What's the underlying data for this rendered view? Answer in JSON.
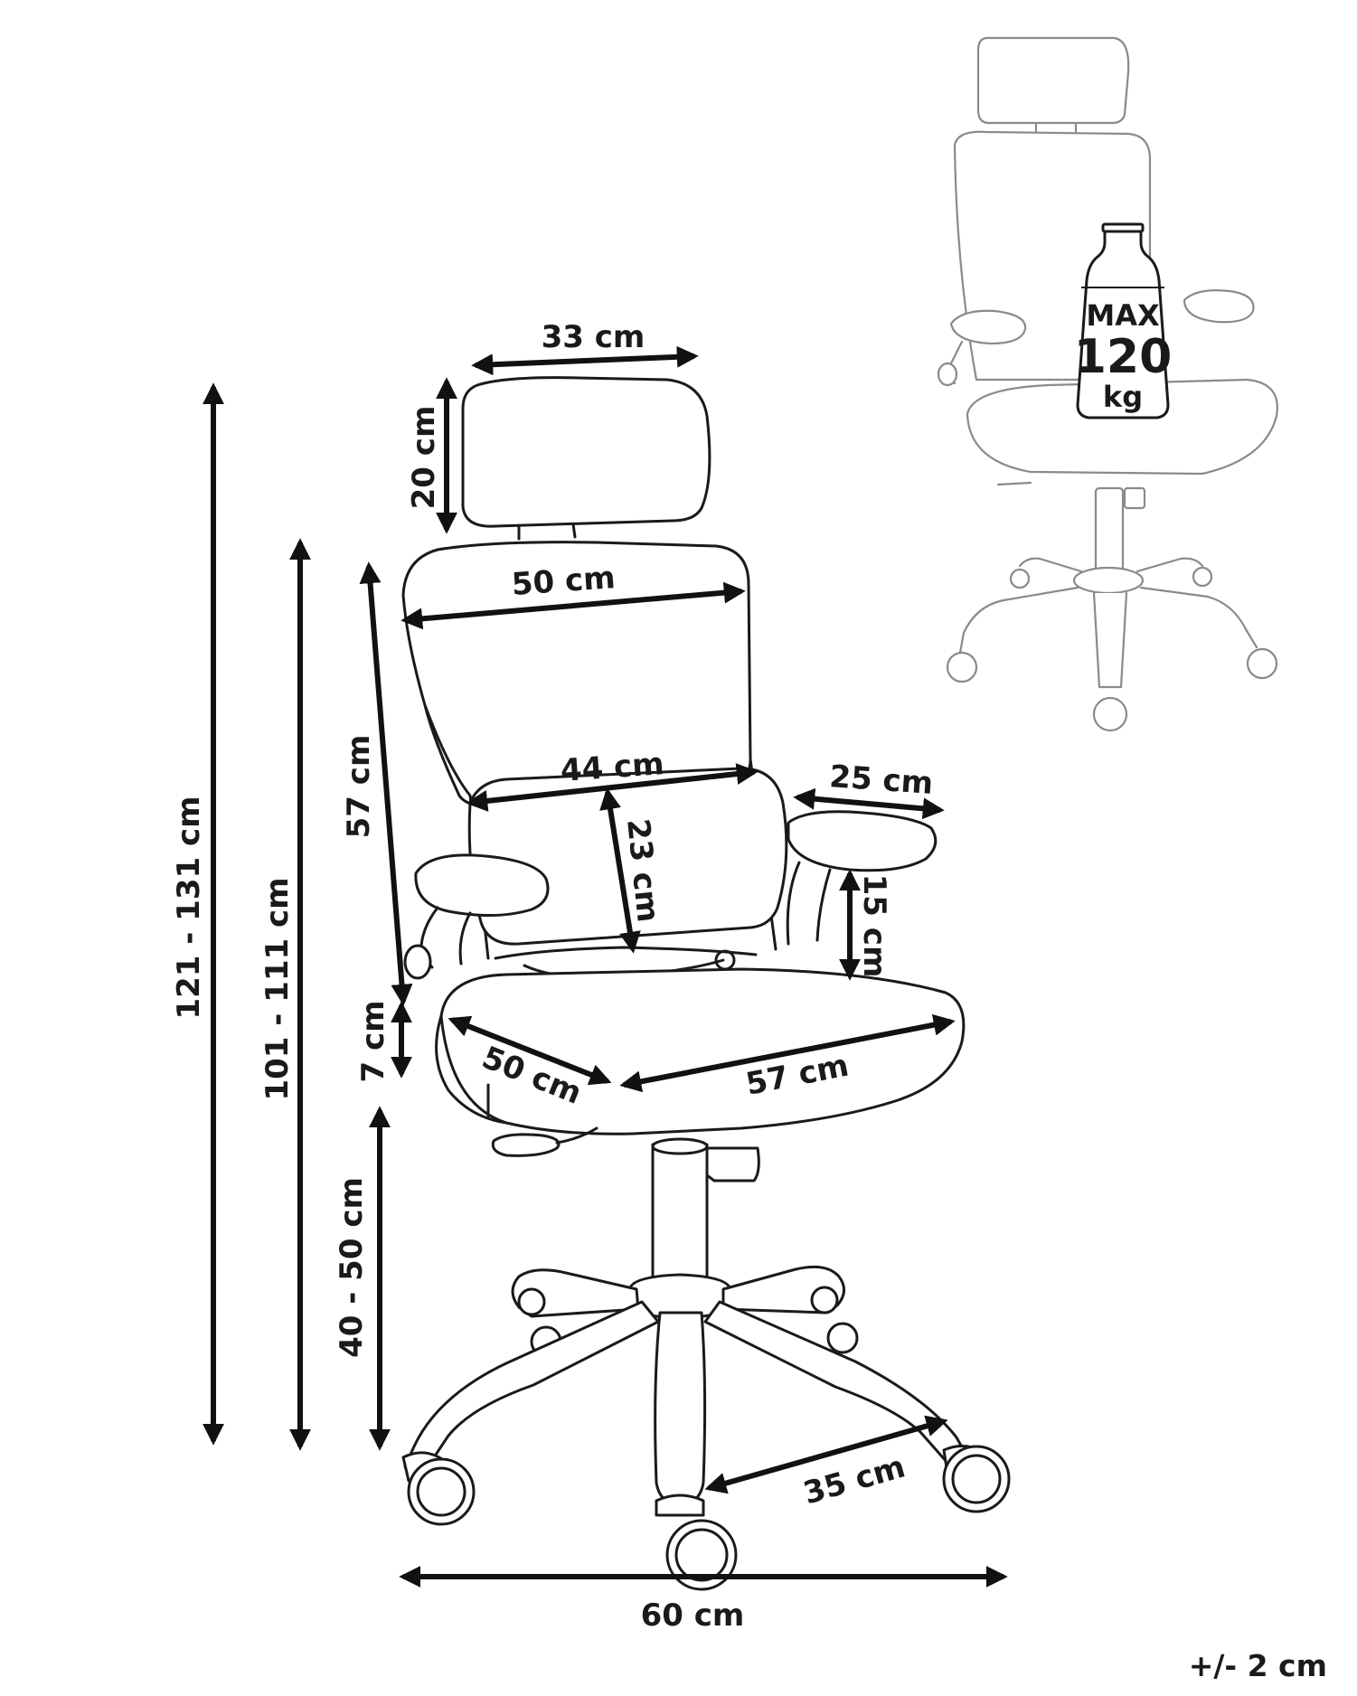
{
  "dimensions": {
    "headrest_width": "33 cm",
    "headrest_height": "20 cm",
    "backrest_width": "50 cm",
    "backrest_height": "57 cm",
    "lumbar_width": "44 cm",
    "lumbar_height": "23 cm",
    "armrest_length": "25 cm",
    "armrest_height": "15 cm",
    "total_height": "121 - 131 cm",
    "backrest_top_height": "101 - 111 cm",
    "gap_height": "7 cm",
    "seat_height": "40 - 50 cm",
    "seat_depth": "50 cm",
    "seat_width": "57 cm",
    "leg_length": "35 cm",
    "base_width": "60 cm"
  },
  "max_load": {
    "label": "MAX",
    "value": "120",
    "unit": "kg"
  },
  "tolerance": "+/- 2 cm"
}
